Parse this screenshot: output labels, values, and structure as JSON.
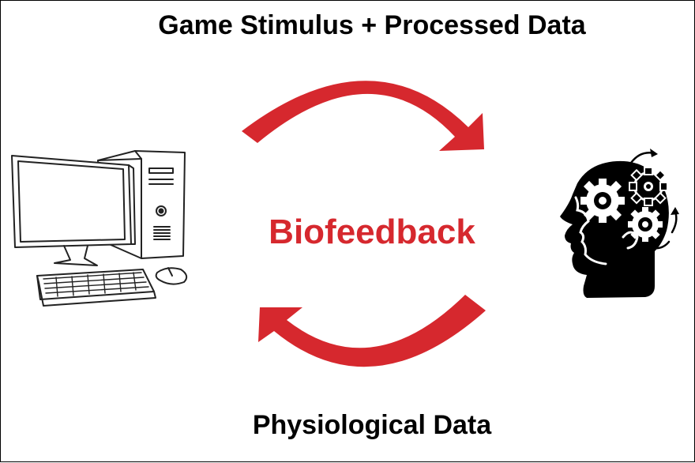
{
  "diagram": {
    "top_label": "Game Stimulus + Processed Data",
    "bottom_label": "Physiological Data",
    "center_label": "Biofeedback"
  },
  "colors": {
    "accent": "#d6282e",
    "ink": "#000000",
    "background": "#ffffff"
  },
  "icons": {
    "left": "desktop-computer-icon",
    "right": "head-with-gears-icon"
  }
}
